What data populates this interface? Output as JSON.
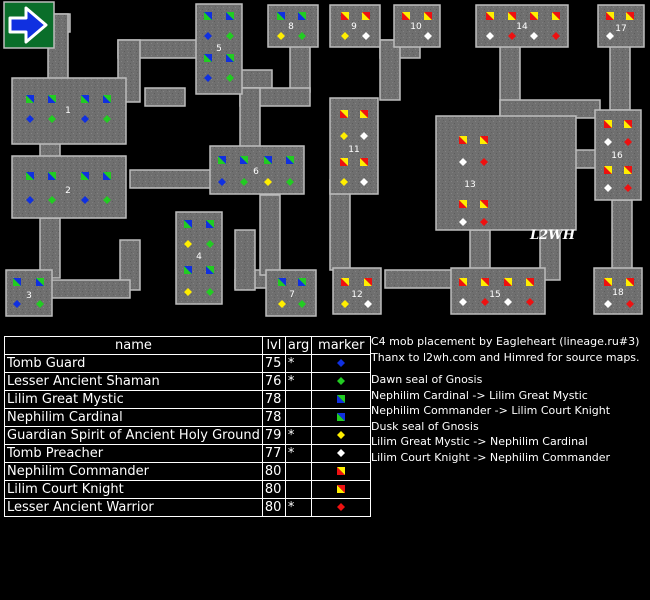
{
  "map": {
    "watermark": "L2WH",
    "room_labels": [
      "1",
      "2",
      "3",
      "4",
      "5",
      "6",
      "7",
      "8",
      "9",
      "10",
      "11",
      "12",
      "13",
      "14",
      "15",
      "16",
      "17",
      "18"
    ],
    "entrance": "arrow-right-icon"
  },
  "legend": {
    "headers": {
      "name": "name",
      "level": "lvl",
      "arg": "arg",
      "marker": "marker"
    },
    "rows": [
      {
        "name": "Tomb Guard",
        "level": "75",
        "arg": "*",
        "marker": "blue-dot"
      },
      {
        "name": "Lesser Ancient Shaman",
        "level": "76",
        "arg": "*",
        "marker": "green-dot"
      },
      {
        "name": "Lilim Great Mystic",
        "level": "78",
        "arg": "",
        "marker": "blue-green-flag"
      },
      {
        "name": "Nephilim Cardinal",
        "level": "78",
        "arg": "",
        "marker": "green-blue-flag"
      },
      {
        "name": "Guardian Spirit of Ancient Holy Ground",
        "level": "79",
        "arg": "*",
        "marker": "yellow-dot"
      },
      {
        "name": "Tomb Preacher",
        "level": "77",
        "arg": "*",
        "marker": "white-dot"
      },
      {
        "name": "Nephilim Commander",
        "level": "80",
        "arg": "",
        "marker": "red-yellow-flag"
      },
      {
        "name": "Lilim Court Knight",
        "level": "80",
        "arg": "",
        "marker": "yellow-red-flag"
      },
      {
        "name": "Lesser Ancient Warrior",
        "level": "80",
        "arg": "*",
        "marker": "red-dot"
      }
    ]
  },
  "notes": {
    "credit_1": "C4 mob placement by Eagleheart (lineage.ru#3)",
    "credit_2": "Thanx to l2wh.com and Himred for source maps.",
    "dawn_title": "Dawn seal of Gnosis",
    "dawn_1": "Nephilim Cardinal -> Lilim Great Mystic",
    "dawn_2": "Nephilim Commander -> Lilim Court Knight",
    "dusk_title": "Dusk seal of Gnosis",
    "dusk_1": "Lilim Great Mystic -> Nephilim Cardinal",
    "dusk_2": "Lilim Court Knight -> Nephilim Commander"
  },
  "colors": {
    "background": "#000000",
    "floor": "#6f6f6f",
    "wall": "#bdbdbd",
    "blue": "#1030e0",
    "green": "#22cc22",
    "yellow": "#ffee00",
    "white": "#ffffff",
    "red": "#ee1111",
    "entrance": "#0a6e2a"
  }
}
